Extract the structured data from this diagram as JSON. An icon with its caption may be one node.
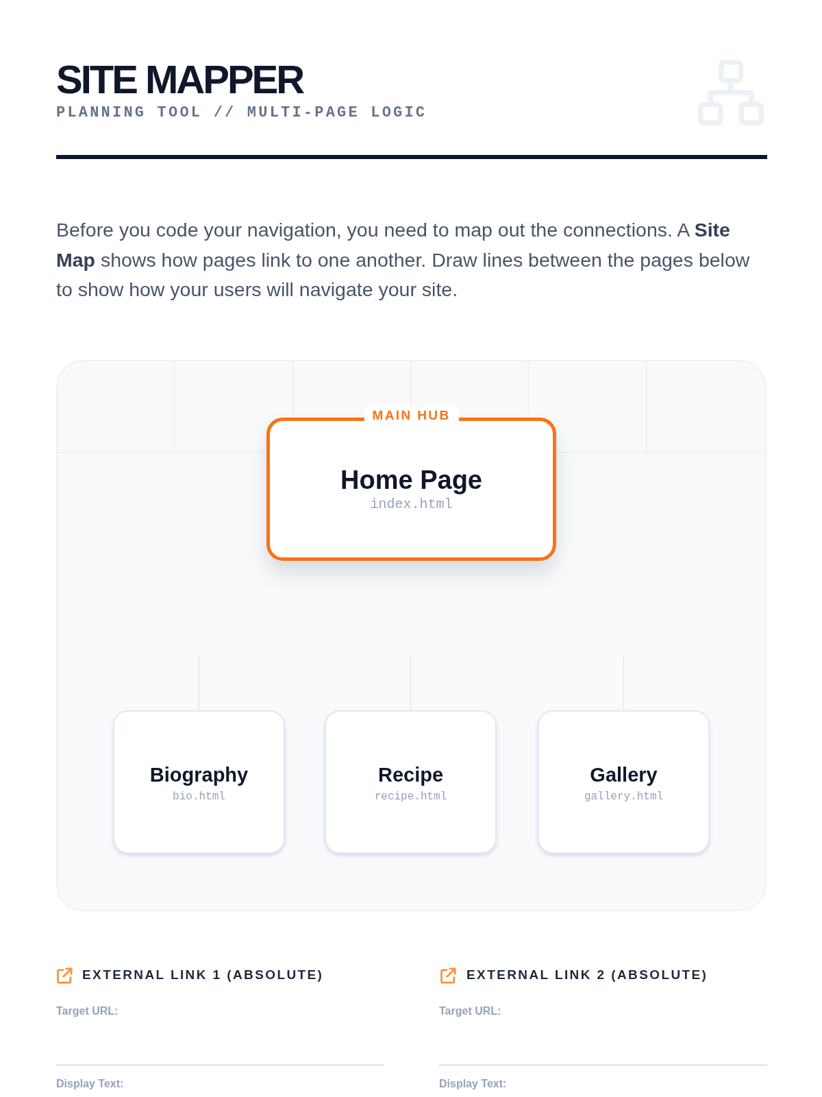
{
  "diagram": {
    "title": "SITE MAPPER",
    "nodes": [
      {
        "text": [
          "MAIN HUB",
          "Home Page",
          "index.html"
        ]
      },
      {
        "text": [
          "Biography",
          "bio.html"
        ]
      },
      {
        "text": [
          "Recipe",
          "recipe.html"
        ]
      },
      {
        "text": [
          "Gallery",
          "gallery.html"
        ]
      }
    ],
    "edges": [
      {
        "from": null,
        "to": 1,
        "arrow": "none"
      },
      {
        "from": null,
        "to": 2,
        "arrow": "none"
      },
      {
        "from": null,
        "to": 3,
        "arrow": "none"
      }
    ],
    "labels": [
      "PLANNING TOOL // MULTI-PAGE LOGIC",
      "Before you code your navigation, you need to map out the connections. A **Site Map** shows how pages link to one another. Draw lines between the pages below to show how your users will navigate your site.",
      "EXTERNAL LINK 1 (ABSOLUTE)",
      "Target URL:",
      "Display Text:",
      "EXTERNAL LINK 2 (ABSOLUTE)",
      "Target URL:",
      "Display Text:"
    ]
  }
}
